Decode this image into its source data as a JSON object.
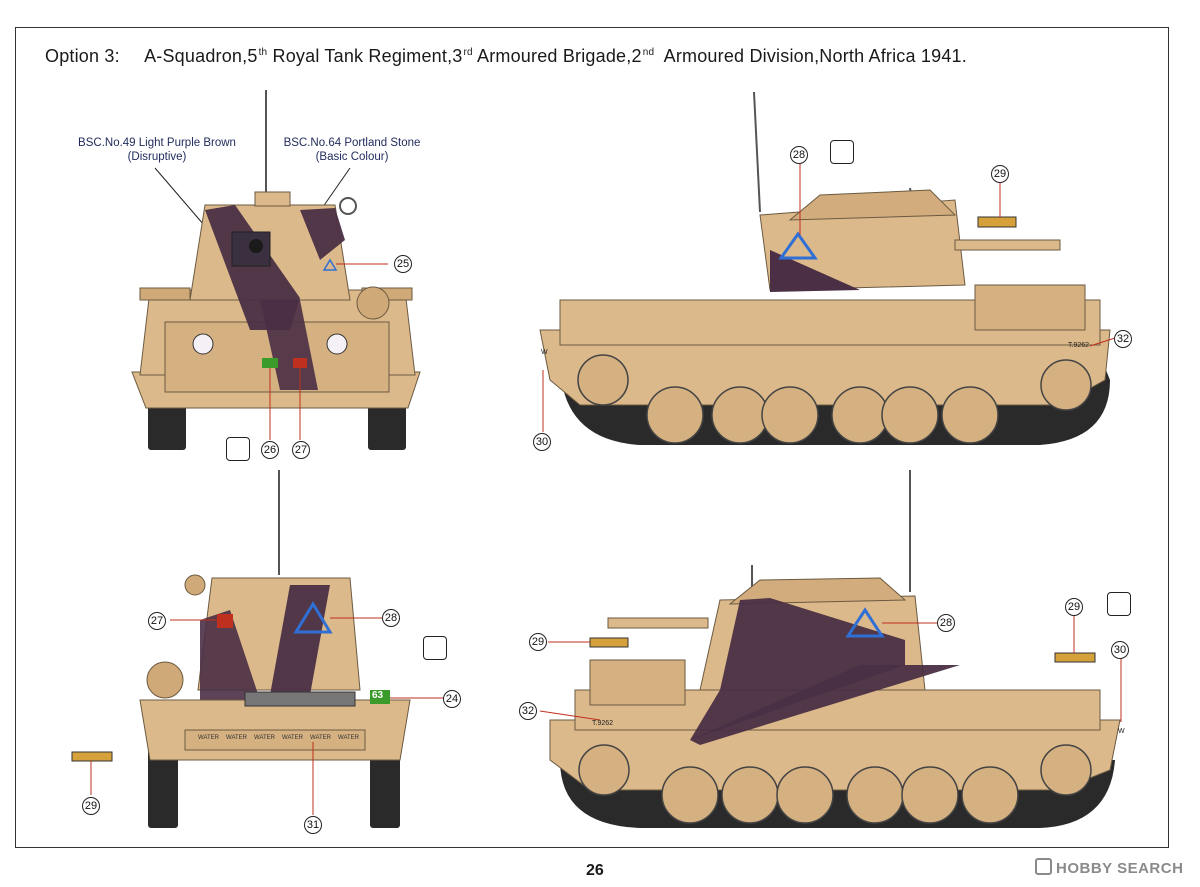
{
  "header": {
    "option_label": "Option 3:",
    "unit_line": {
      "part1": "A-Squadron,5",
      "sup1": "th",
      "part2": " Royal Tank Regiment,3",
      "sup2": "rd",
      "part3": " Armoured Brigade,2",
      "sup3": "nd",
      "part4": "  Armoured Division,North Africa 1941."
    }
  },
  "colour_notes": {
    "purple": {
      "line1": "BSC.No.49 Light Purple Brown",
      "line2": "(Disruptive)"
    },
    "stone": {
      "line1": "BSC.No.64 Portland Stone",
      "line2": "(Basic Colour)"
    }
  },
  "colors": {
    "portland_stone": "#dcb98a",
    "light_purple_brown": "#4a2f45",
    "tracks": "#2a2a2a",
    "marking_blue": "#2f6fd6",
    "marking_green": "#3a9a2a",
    "marking_red": "#c0301e"
  },
  "callouts": {
    "front": [
      "25",
      "26",
      "27"
    ],
    "side_right": [
      "28",
      "29",
      "30",
      "32"
    ],
    "rear": [
      "27",
      "28",
      "24",
      "29",
      "31"
    ],
    "side_left": [
      "29",
      "28",
      "29",
      "30",
      "32"
    ]
  },
  "vehicle_markings": {
    "census_number": "T.9262",
    "tactical_number": "63",
    "water_label": "WATER",
    "w_plate": "W"
  },
  "icons": {
    "paint_decal": "paint-decal-icon"
  },
  "footer": {
    "page_number": "26",
    "watermark": "HOBBY SEARCH"
  }
}
